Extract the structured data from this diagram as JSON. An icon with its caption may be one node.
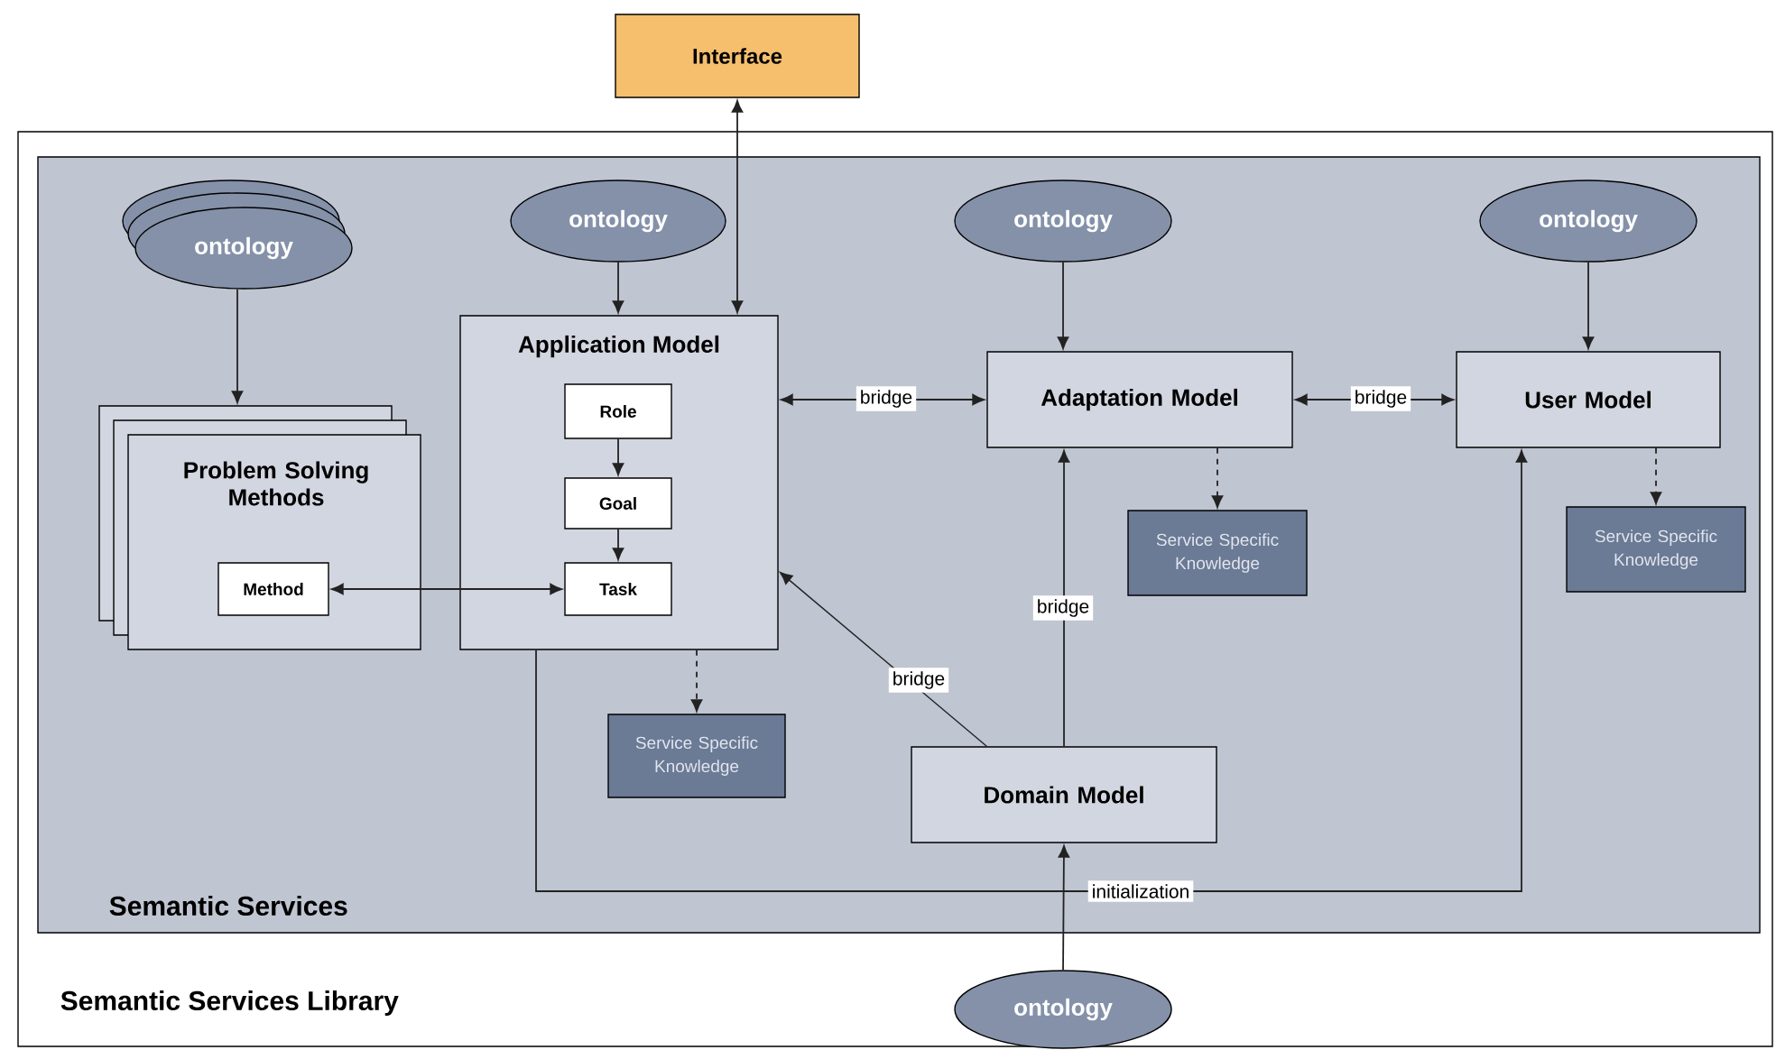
{
  "diagram": {
    "nodes": [
      {
        "text": [
          "Interface"
        ]
      },
      {
        "text": [
          "Semantic Services Library"
        ]
      },
      {
        "text": [
          "Semantic Services"
        ],
        "in": 1
      },
      {
        "text": [
          "ontology"
        ],
        "in": 2
      },
      {
        "text": [
          "ontology"
        ],
        "in": 2
      },
      {
        "text": [
          "ontology"
        ],
        "in": 2
      },
      {
        "text": [
          "ontology"
        ],
        "in": 2
      },
      {
        "text": [
          "Problem Solving Methods"
        ],
        "in": 2
      },
      {
        "text": [
          "Method"
        ],
        "in": 7
      },
      {
        "text": [
          "Application Model"
        ],
        "in": 2
      },
      {
        "text": [
          "Role"
        ],
        "in": 9
      },
      {
        "text": [
          "Goal"
        ],
        "in": 9
      },
      {
        "text": [
          "Task"
        ],
        "in": 9
      },
      {
        "text": [
          "Adaptation Model"
        ],
        "in": 2
      },
      {
        "text": [
          "User Model"
        ],
        "in": 2
      },
      {
        "text": [
          "Service Specific Knowledge"
        ],
        "in": 2
      },
      {
        "text": [
          "Service Specific Knowledge"
        ],
        "in": 2
      },
      {
        "text": [
          "Service Specific Knowledge"
        ],
        "in": 2
      },
      {
        "text": [
          "Domain Model"
        ],
        "in": 2
      },
      {
        "text": [
          "ontology"
        ],
        "in": 1
      }
    ],
    "edges": [
      {
        "from": 0,
        "to": 9,
        "arrow": "both"
      },
      {
        "from": 3,
        "to": 7,
        "arrow": "to"
      },
      {
        "from": 4,
        "to": 9,
        "arrow": "to"
      },
      {
        "from": 5,
        "to": 13,
        "arrow": "to"
      },
      {
        "from": 6,
        "to": 14,
        "arrow": "to"
      },
      {
        "from": 8,
        "to": 12,
        "arrow": "both"
      },
      {
        "from": 10,
        "to": 11,
        "arrow": "to"
      },
      {
        "from": 11,
        "to": 12,
        "arrow": "to"
      },
      {
        "from": 9,
        "to": 13,
        "arrow": "both",
        "label": "bridge"
      },
      {
        "from": 13,
        "to": 14,
        "arrow": "both",
        "label": "bridge"
      },
      {
        "from": 18,
        "to": 13,
        "arrow": "to",
        "label": "bridge"
      },
      {
        "from": 18,
        "to": 9,
        "arrow": "to",
        "label": "bridge"
      },
      {
        "from": 9,
        "to": 17,
        "arrow": "to",
        "style": "dashed"
      },
      {
        "from": 13,
        "to": 15,
        "arrow": "to",
        "style": "dashed"
      },
      {
        "from": 14,
        "to": 16,
        "arrow": "to",
        "style": "dashed"
      },
      {
        "from": 19,
        "to": 18,
        "arrow": "to"
      },
      {
        "from": 9,
        "to": 14,
        "arrow": "to",
        "label": "initialization"
      }
    ]
  }
}
